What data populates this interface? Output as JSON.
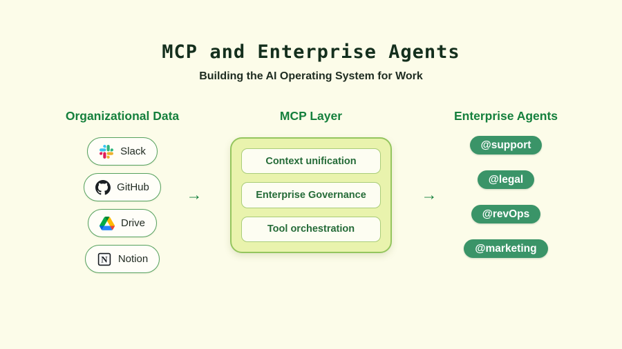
{
  "title": "MCP and Enterprise Agents",
  "subtitle": "Building the AI Operating System for Work",
  "arrow_glyph": "→",
  "colors": {
    "background": "#fcfce9",
    "header_green": "#15803d",
    "title_green": "#142f1d",
    "mcp_panel_fill": "#e9f3ad",
    "mcp_panel_border": "#94c55e",
    "agent_pill_green": "#3a9468",
    "source_pill_border": "#55a15d"
  },
  "columns": {
    "left": {
      "header": "Organizational Data",
      "items": [
        {
          "label": "Slack",
          "icon": "slack-icon"
        },
        {
          "label": "GitHub",
          "icon": "github-icon"
        },
        {
          "label": "Drive",
          "icon": "drive-icon"
        },
        {
          "label": "Notion",
          "icon": "notion-icon"
        }
      ]
    },
    "middle": {
      "header": "MCP Layer",
      "boxes": [
        {
          "label": "Context unification"
        },
        {
          "label": "Enterprise Governance"
        },
        {
          "label": "Tool orchestration"
        }
      ]
    },
    "right": {
      "header": "Enterprise Agents",
      "agents": [
        {
          "label": "@support"
        },
        {
          "label": "@legal"
        },
        {
          "label": "@revOps"
        },
        {
          "label": "@marketing"
        }
      ]
    }
  }
}
